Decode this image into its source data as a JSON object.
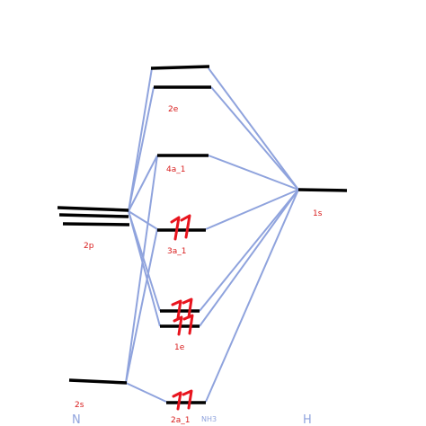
{
  "colors": {
    "level": "#000000",
    "connector": "#8fa3dd",
    "electrons": "#e8141e",
    "label_red": "#d81b1b",
    "label_blue": "#8fa3dd"
  },
  "labels": {
    "n_2p": "2p",
    "n_2s": "2s",
    "atom_n": "N",
    "mo_2e": "2e",
    "mo_4a1": "4a_1",
    "mo_3a1": "3a_1",
    "mo_1e": "1e",
    "mo_2a1": "2a_1",
    "molecule": "NH3",
    "h_1s": "1s",
    "atom_h": "H"
  }
}
